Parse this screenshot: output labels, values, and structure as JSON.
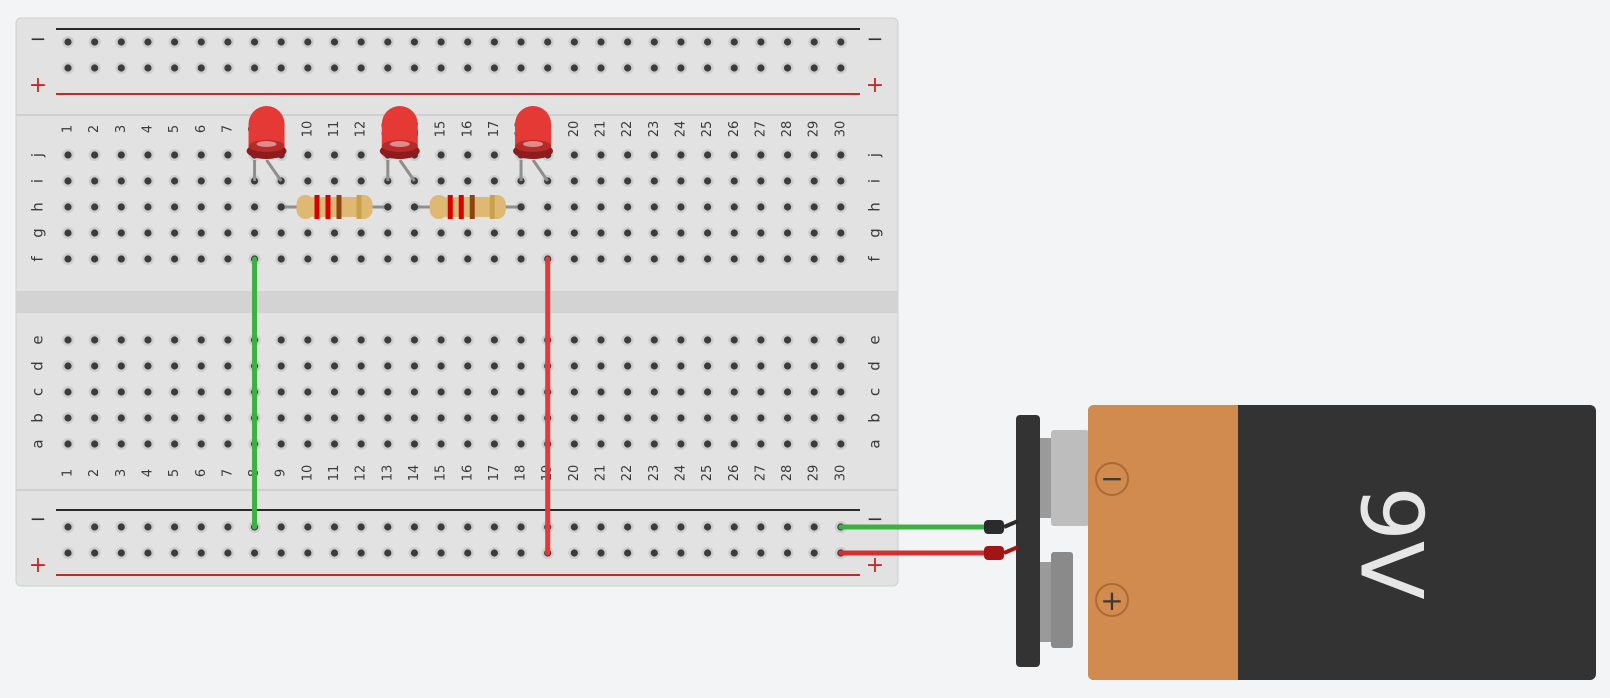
{
  "breadboard": {
    "columns": [
      "1",
      "2",
      "3",
      "4",
      "5",
      "6",
      "7",
      "8",
      "9",
      "10",
      "11",
      "12",
      "13",
      "14",
      "15",
      "16",
      "17",
      "18",
      "19",
      "20",
      "21",
      "22",
      "23",
      "24",
      "25",
      "26",
      "27",
      "28",
      "29",
      "30"
    ],
    "top_rows": [
      "j",
      "i",
      "h",
      "g",
      "f"
    ],
    "bottom_rows": [
      "e",
      "d",
      "c",
      "b",
      "a"
    ],
    "rail_minus": "−",
    "rail_plus": "+",
    "colors": {
      "board": "#e0e0e0",
      "gap": "#d2d2d2",
      "hole": "#3c3c3c",
      "rail_neg": "#2b2b2b",
      "rail_pos": "#c62828"
    }
  },
  "components": {
    "leds": [
      {
        "color": "#e53935",
        "anode_col": 8,
        "cathode_col": 9
      },
      {
        "color": "#e53935",
        "anode_col": 13,
        "cathode_col": 14
      },
      {
        "color": "#e53935",
        "anode_col": 18,
        "cathode_col": 19
      }
    ],
    "resistors": [
      {
        "from_col": 9,
        "to_col": 13,
        "row": "h",
        "body_color": "#dfb874",
        "bands": [
          "#d50000",
          "#d50000",
          "#8b4513",
          "#c8a24a"
        ]
      },
      {
        "from_col": 14,
        "to_col": 18,
        "row": "h",
        "body_color": "#dfb874",
        "bands": [
          "#d50000",
          "#d50000",
          "#8b4513",
          "#c8a24a"
        ]
      }
    ],
    "wires": [
      {
        "color": "#3cb043",
        "from": "f8",
        "to": "rail-minus-8"
      },
      {
        "color": "#e53935",
        "from": "f19",
        "to": "rail-plus-19"
      }
    ]
  },
  "battery": {
    "label": "9V",
    "terminal_minus": "−",
    "terminal_plus": "+",
    "lead_neg_color": "#3cb043",
    "lead_pos_color": "#d32f2f",
    "colors": {
      "body": "#333333",
      "cap": "#d18b4e"
    }
  }
}
